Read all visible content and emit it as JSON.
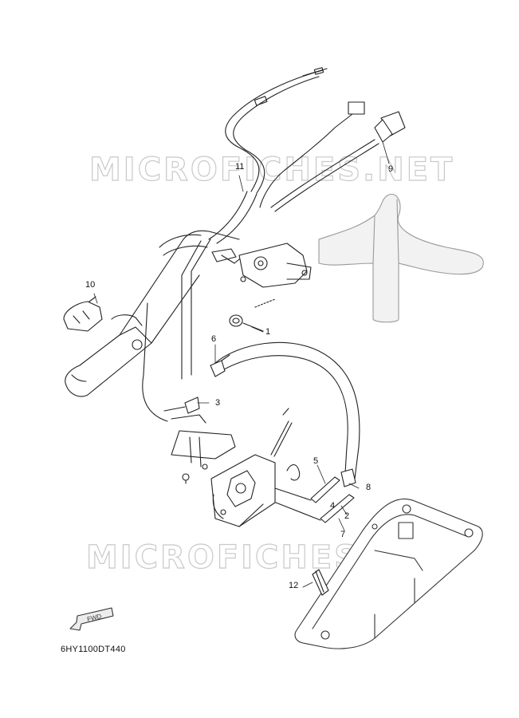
{
  "watermark": {
    "text_top": "MICROFICHES.NET",
    "text_bottom": "MICROFICHES.NET"
  },
  "diagram_code": "6HY1100DT440",
  "fwd_label": "FWD",
  "callouts": {
    "c1": "1",
    "c2": "2",
    "c3": "3",
    "c4": "4",
    "c5": "5",
    "c6": "6",
    "c7": "7",
    "c8": "8",
    "c9": "9",
    "c10": "10",
    "c11": "11",
    "c12": "12"
  }
}
